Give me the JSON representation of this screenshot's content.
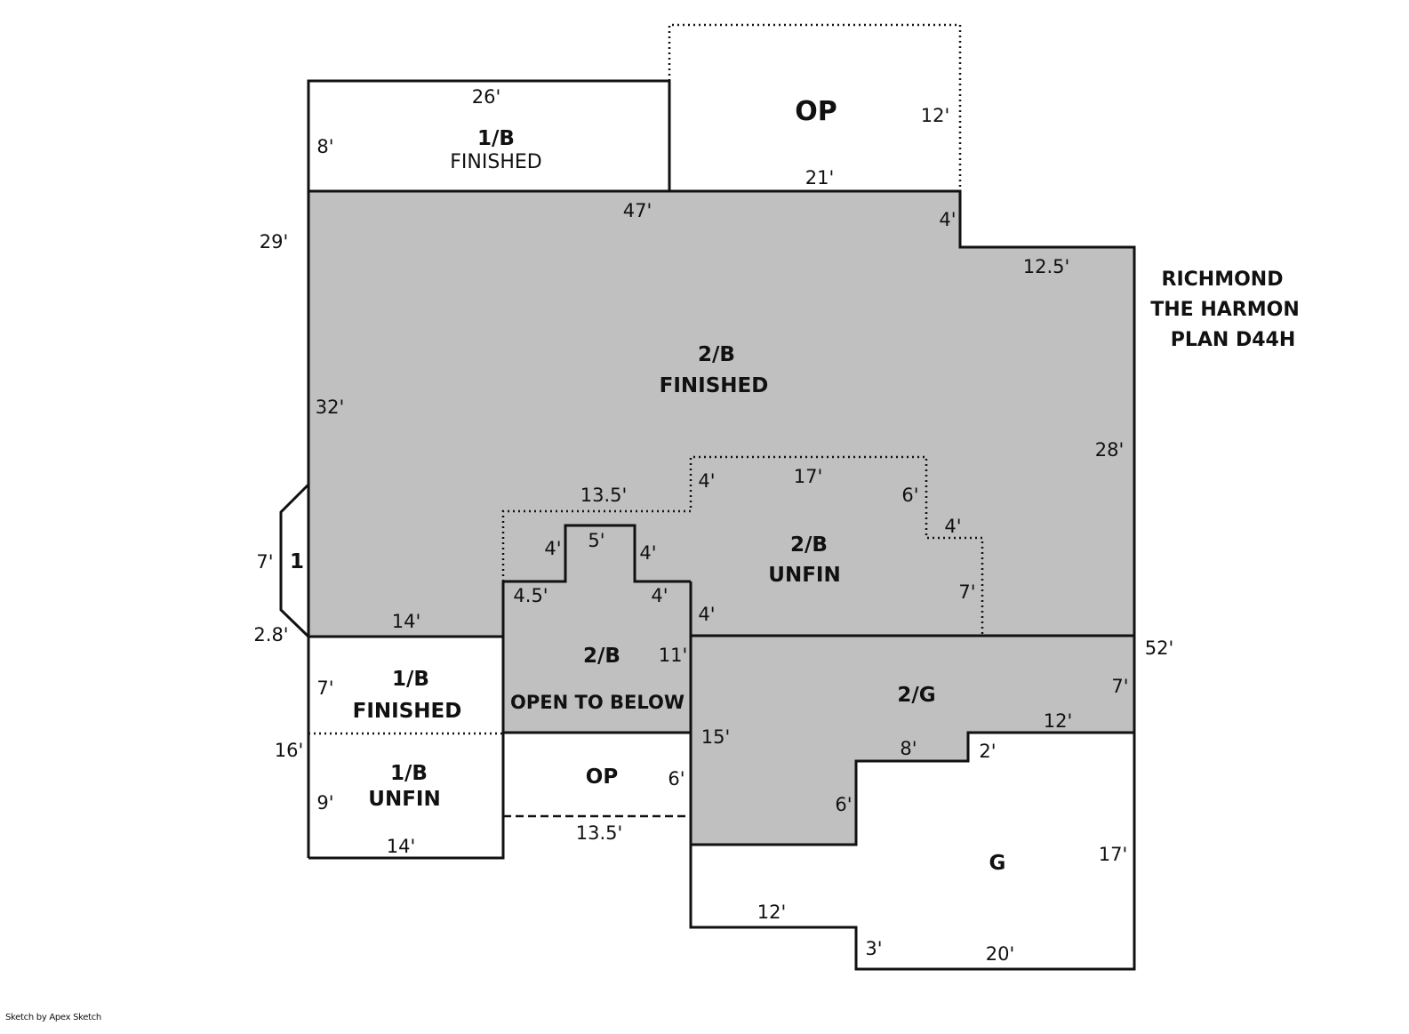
{
  "colors": {
    "second_floor_fill": "#c0c0c0",
    "first_floor_fill": "#ffffff",
    "line": "#111111"
  },
  "title_block": {
    "line1": "RICHMOND",
    "line2": "THE HARMON",
    "line3": "PLAN D44H"
  },
  "areas": {
    "first_finished_top": {
      "code": "1/B",
      "desc": "FINISHED"
    },
    "porch_top": {
      "code": "OP"
    },
    "second_finished": {
      "code": "2/B",
      "desc": "FINISHED"
    },
    "second_unfinished": {
      "code": "2/B",
      "desc": "UNFIN"
    },
    "second_open": {
      "code": "2/B",
      "desc": "OPEN TO BELOW"
    },
    "bay": {
      "code": "1"
    },
    "first_finished_left": {
      "code": "1/B",
      "desc": "FINISHED"
    },
    "first_unfinished_left": {
      "code": "1/B",
      "desc": "UNFIN"
    },
    "porch_bottom": {
      "code": "OP"
    },
    "second_garage": {
      "code": "2/G"
    },
    "garage": {
      "code": "G"
    }
  },
  "dimensions": {
    "top_1b_width": "26'",
    "top_1b_height": "8'",
    "op_top_height": "12'",
    "op_top_width": "21'",
    "main_top_width": "47'",
    "main_step_down": "4'",
    "main_right_top": "12.5'",
    "left_overall": "29'",
    "left_main": "32'",
    "right_main": "28'",
    "bay_side": "7'",
    "bay_angle": "2.8'",
    "left_bottom_14": "14'",
    "unfin_top_left": "13.5'",
    "unfin_step_left": "4'",
    "unfin_top_right": "17'",
    "unfin_step_right": "6'",
    "unfin_step_right_w": "4'",
    "unfin_right_h": "7'",
    "open_step_left": "4'",
    "open_top": "5'",
    "open_step_right": "4'",
    "open_left_w": "4.5'",
    "open_right_w": "4'",
    "open_right_h": "4'",
    "open_side": "11'",
    "overall_right": "52'",
    "first_fin_h": "7'",
    "first_left_total": "16'",
    "first_unfin_h": "9'",
    "first_bottom_w": "14'",
    "op_bottom_h": "6'",
    "op_bottom_w": "13.5'",
    "garage2_right_h": "7'",
    "garage2_step_w": "12'",
    "garage2_left_h": "15'",
    "garage2_step_h": "2'",
    "garage2_mid_w": "8'",
    "garage2_low_h": "6'",
    "garage_right_h": "17'",
    "garage_left_w": "12'",
    "garage_step_h": "3'",
    "garage_bottom_w": "20'"
  },
  "footer": {
    "credit": "Sketch by Apex Sketch"
  }
}
